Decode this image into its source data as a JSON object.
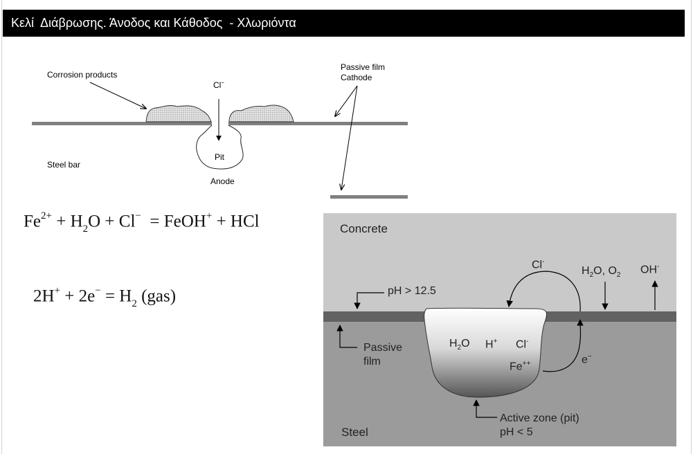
{
  "slide": {
    "title": "Κελί  Διάβρωσης. Άνοδος και Κάθοδος  - Χλωριόντα"
  },
  "top_diagram": {
    "corrosion_products": "Corrosion products",
    "chloride": "Cl",
    "chloride_sup": "−",
    "passive_film": "Passive film",
    "cathode": "Cathode",
    "pit": "Pit",
    "anode": "Anode",
    "steel_bar": "Steel bar"
  },
  "equations": {
    "eq1": {
      "a": "Fe",
      "a_sup": "2+",
      "b": " + H",
      "b_sub": "2",
      "c": "O + Cl",
      "c_sup": "−",
      "d": "  = FeOH",
      "d_sup": "+",
      "e": " + HCl"
    },
    "eq2": {
      "a": "2H",
      "a_sup": "+",
      "b": " + 2e",
      "b_sup": "−",
      "c": " = H",
      "c_sub": "2",
      "d": " (gas)"
    }
  },
  "cell_diagram": {
    "concrete": "Concrete",
    "steel": "Steel",
    "chloride_top": "Cl",
    "chloride_top_sup": "-",
    "water_oxygen_h2o": "H",
    "water_oxygen_sub": "2",
    "water_oxygen_rest": "O, O",
    "water_oxygen_sub2": "2",
    "hydroxide": "OH",
    "hydroxide_sup": "-",
    "ph_high": "pH > 12.5",
    "passive_film_line1": "Passive",
    "passive_film_line2": "film",
    "pit_h2o": "H",
    "pit_h2o_sub": "2",
    "pit_h2o_rest": "O",
    "pit_h": "H",
    "pit_h_sup": "+",
    "pit_cl": "Cl",
    "pit_cl_sup": "-",
    "pit_fe": "Fe",
    "pit_fe_sup": "++",
    "electron": "e",
    "electron_sup": "−",
    "active_zone_line1": "Active zone (pit)",
    "active_zone_line2": "pH < 5"
  },
  "colors": {
    "title_bg": "#000000",
    "concrete_bg": "#c8c8c8",
    "steel_bg": "#999999",
    "film": "#666666"
  }
}
